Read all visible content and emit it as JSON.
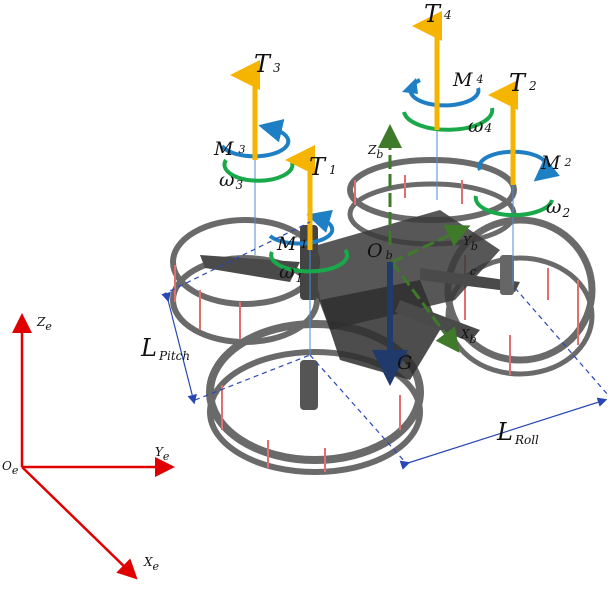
{
  "colors": {
    "thrust": "#F5B400",
    "torque_blue": "#1F7FC4",
    "omega_green": "#19A84A",
    "earth_axis": "#E00000",
    "body_axis": "#3E7A2A",
    "gravity": "#1F3A6B",
    "dimension": "#2A48B5",
    "frame": "#6a6a6a",
    "spoke": "#E07070"
  },
  "labels": {
    "t1": {
      "main": "T",
      "sub": "1"
    },
    "t2": {
      "main": "T",
      "sub": "2"
    },
    "t3": {
      "main": "T",
      "sub": "3"
    },
    "t4": {
      "main": "T",
      "sub": "4"
    },
    "m1": {
      "main": "M",
      "sub": "1"
    },
    "m2": {
      "main": "M",
      "sub": "2"
    },
    "m3": {
      "main": "M",
      "sub": "3"
    },
    "m4": {
      "main": "M",
      "sub": "4"
    },
    "w1": {
      "main": "ω",
      "sub": "1"
    },
    "w2": {
      "main": "ω",
      "sub": "2"
    },
    "w3": {
      "main": "ω",
      "sub": "3"
    },
    "w4": {
      "main": "ω",
      "sub": "4"
    },
    "ob": {
      "main": "O",
      "sub": "b"
    },
    "xb": {
      "main": "X",
      "sub": "b"
    },
    "yb": {
      "main": "Y",
      "sub": "b"
    },
    "zb": {
      "main": "Z",
      "sub": "b"
    },
    "g": "G",
    "lpitch": {
      "main": "L",
      "sub": "Pitch"
    },
    "lroll": {
      "main": "L",
      "sub": "Roll"
    },
    "oe": {
      "main": "O",
      "sub": "e"
    },
    "xe": {
      "main": "X",
      "sub": "e"
    },
    "ye": {
      "main": "Y",
      "sub": "e"
    },
    "ze": {
      "main": "Z",
      "sub": "e"
    },
    "c_mark": "c"
  }
}
